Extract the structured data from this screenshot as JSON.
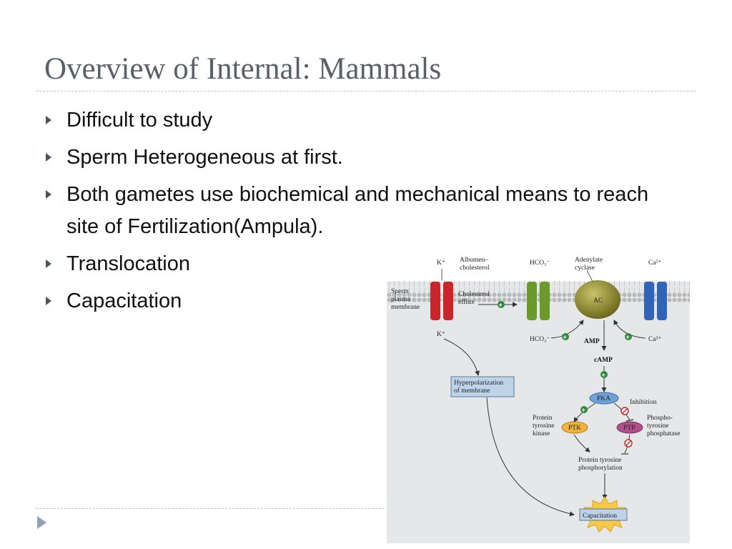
{
  "slide": {
    "title": "Overview of Internal: Mammals",
    "bullets": [
      "Difficult to study",
      "Sperm Heterogeneous at first.",
      "Both gametes use biochemical and mechanical means to reach site of Fertilization(Ampula).",
      "Translocation",
      "Capacitation"
    ]
  },
  "figure": {
    "labels": {
      "k_top": "K⁺",
      "albumen": "Albumen–",
      "cholesterol_label": "cholesterol",
      "hco3_top": "HCO₃⁻",
      "adenylate": "Adenylate",
      "cyclase": "cyclase",
      "ca_top": "Ca²⁺",
      "sperm": "Sperm",
      "plasma": "plasma",
      "membrane": "membrane",
      "cholesterol_efflux_1": "Cholesterol",
      "cholesterol_efflux_2": "efflux",
      "ac": "AC",
      "k_bottom": "K⁺",
      "hco3_bottom": "HCO₃⁻",
      "amp": "AMP",
      "ca_bottom": "Ca²⁺",
      "camp": "cAMP",
      "hyper_1": "Hyperpolarization",
      "hyper_2": "of membrane",
      "pka": "PKA",
      "inhibition": "Inhibition",
      "ptk_desc_1": "Protein",
      "ptk_desc_2": "tyrosine",
      "ptk_desc_3": "kinase",
      "ptk": "PTK",
      "ptp": "PTP",
      "ptp_desc_1": "Phospho-",
      "ptp_desc_2": "tyrosine",
      "ptp_desc_3": "phosphatase",
      "phos_1": "Protein tyrosine",
      "phos_2": "phosphorylation",
      "capacitation": "Capacitation"
    }
  }
}
